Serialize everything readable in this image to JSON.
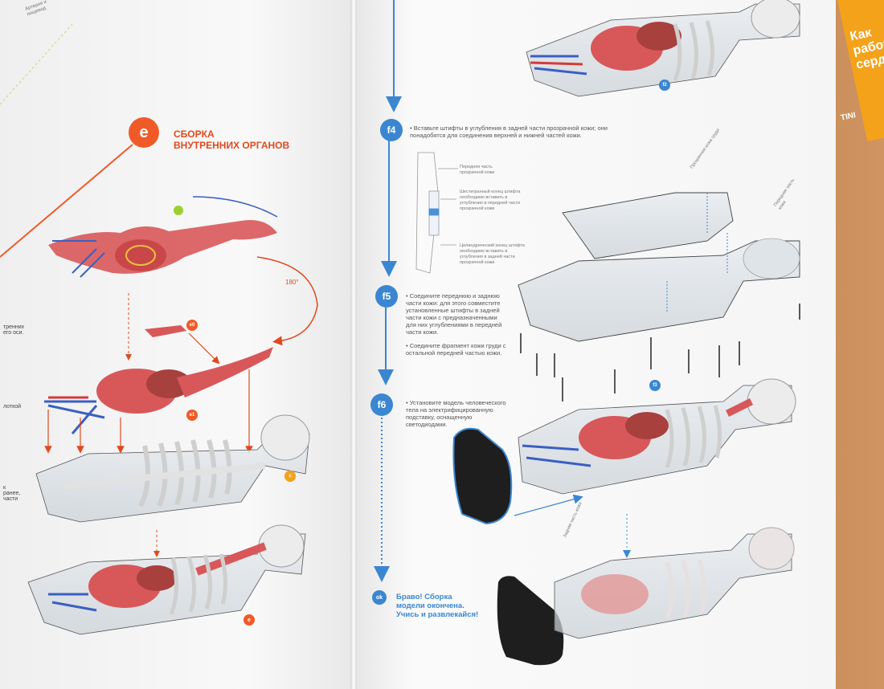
{
  "booklet": {
    "text_lines": [
      "Как",
      "работает",
      "сердце"
    ],
    "color": "#f4a21a"
  },
  "section_e": {
    "badge": "e",
    "title_line1": "СБОРКА",
    "title_line2": "ВНУТРЕННИХ ОРГАНОВ",
    "rotation_label": "180°",
    "step_badges": [
      "e1",
      "e0",
      "c"
    ],
    "partial_left_texts": [
      "Артерия и",
      "пищевод",
      "тренних",
      "его оси.",
      "лоткой",
      "к",
      "ранее,",
      "части"
    ]
  },
  "colors": {
    "accent_orange": "#f05a28",
    "accent_blue": "#3b86d1",
    "organ_red": "#d8585a",
    "bone": "#ececec"
  },
  "steps": [
    {
      "badge": "f4",
      "text": "• Вставьте штифты в углубления в задней части прозрачной кожи; они понадобятся для соединения верхней и нижней частей кожи."
    },
    {
      "badge": "f5",
      "text_1": "• Соедините переднюю и заднюю части кожи: для этого совместите установленные штифты в задней части кожи с предназначенными для них углублениями в передней части кожи.",
      "text_2": "• Соедините фрагмент кожи груди с остальной передней частью кожи."
    },
    {
      "badge": "f6",
      "text": "• Установите модель человеческого тела на электрифицированную подставку, оснащенную светодиодами."
    }
  ],
  "pin_diagram_labels": [
    "Передняя часть прозрачной кожи",
    "Шестигранный конец штифта необходимо вставить в углубления в передней части прозрачной кожи",
    "Цилиндрический конец штифта необходимо вставить в углубления в задней части прозрачной кожи"
  ],
  "skin_labels": [
    "Прозрачная кожа груди",
    "Передняя часть кожи",
    "Задняя часть кожи"
  ],
  "figure_badges": [
    "f2",
    "f3"
  ],
  "finish": {
    "badge": "ok",
    "line1": "Браво! Сборка",
    "line2": "модели окончена.",
    "line3": "Учись и развлекайся!"
  },
  "brand_fragment": "TINI"
}
